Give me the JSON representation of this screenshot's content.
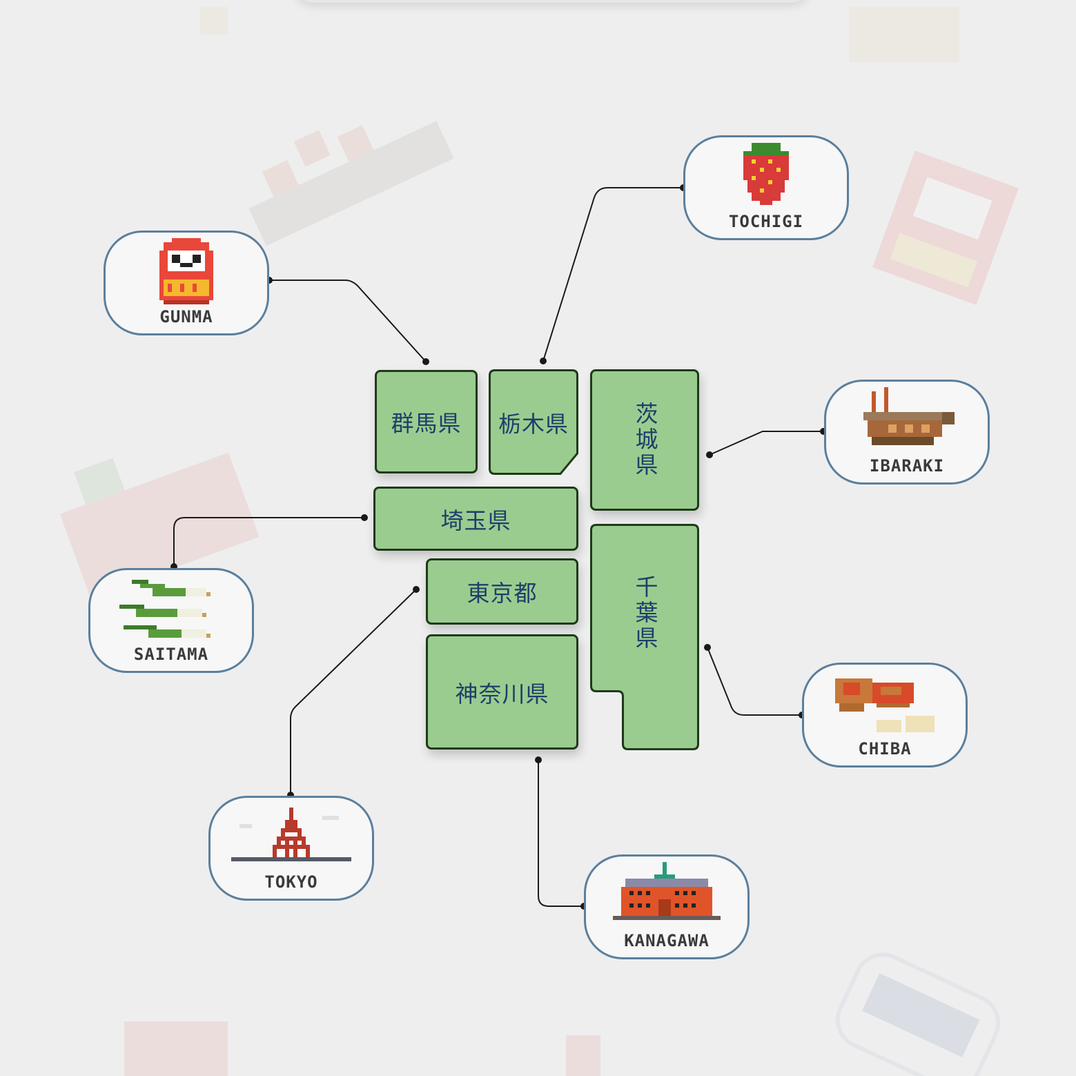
{
  "prefectures": {
    "gunma": "群馬県",
    "tochigi": "栃木県",
    "ibaraki": "茨城県",
    "saitama": "埼玉県",
    "tokyo": "東京都",
    "chiba": "千葉県",
    "kanagawa": "神奈川県"
  },
  "cards": {
    "gunma": {
      "label": "GUNMA",
      "icon": "daruma-doll-icon"
    },
    "tochigi": {
      "label": "TOCHIGI",
      "icon": "strawberry-icon"
    },
    "ibaraki": {
      "label": "IBARAKI",
      "icon": "natto-grilled-fish-icon"
    },
    "saitama": {
      "label": "SAITAMA",
      "icon": "green-onion-icon"
    },
    "tokyo": {
      "label": "TOKYO",
      "icon": "tokyo-tower-icon"
    },
    "chiba": {
      "label": "CHIBA",
      "icon": "peanuts-icon"
    },
    "kanagawa": {
      "label": "KANAGAWA",
      "icon": "red-brick-warehouse-icon"
    }
  },
  "colors": {
    "region_fill": "#9bcc8f",
    "region_border": "#1f3a19",
    "region_text": "#1d3f6b",
    "card_border": "#5b7f9c",
    "background": "#eeeeef"
  }
}
